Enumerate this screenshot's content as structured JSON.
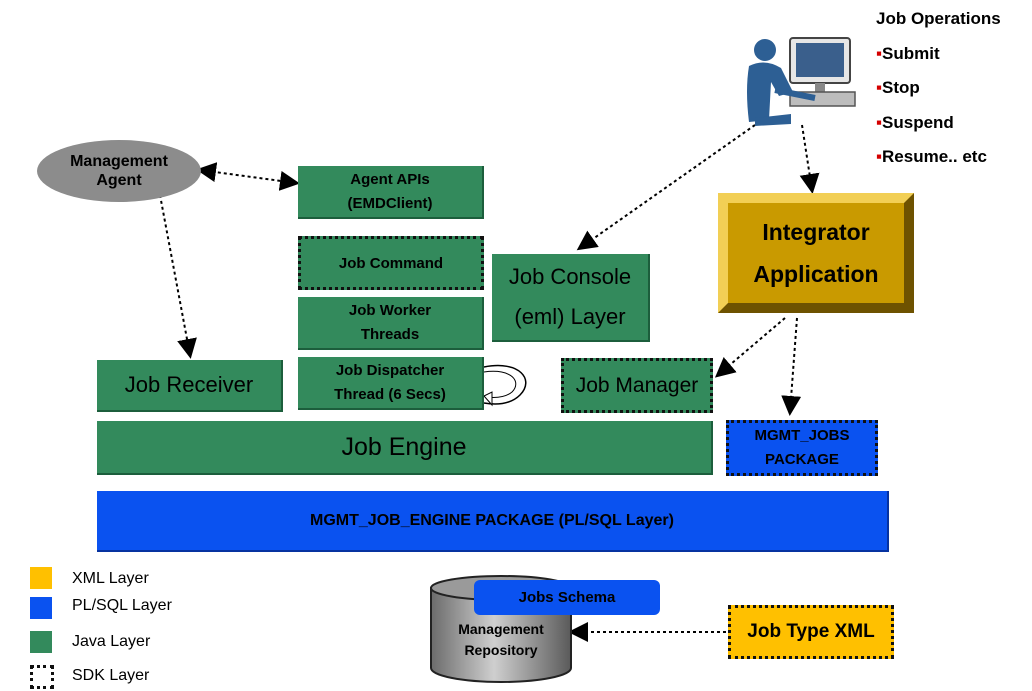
{
  "job_operations": {
    "title": "Job Operations",
    "items": [
      "Submit",
      "Stop",
      "Suspend",
      "Resume.. etc"
    ]
  },
  "nodes": {
    "management_agent": "Management Agent",
    "agent_apis_line1": "Agent  APIs",
    "agent_apis_line2": "(EMDClient)",
    "job_command": "Job Command",
    "job_worker_line1": "Job Worker",
    "job_worker_line2": "Threads",
    "job_dispatcher_line1": "Job Dispatcher",
    "job_dispatcher_line2": "Thread (6 Secs)",
    "job_receiver": "Job Receiver",
    "job_console_line1": "Job Console",
    "job_console_line2": "(eml) Layer",
    "integrator_line1": "Integrator",
    "integrator_line2": "Application",
    "job_manager": "Job Manager",
    "mgmt_jobs_line1": "MGMT_JOBS",
    "mgmt_jobs_line2": "PACKAGE",
    "job_engine": "Job Engine",
    "mgmt_job_engine": "MGMT_JOB_ENGINE PACKAGE (PL/SQL Layer)",
    "jobs_schema": "Jobs Schema",
    "repository_line1": "Management",
    "repository_line2": "Repository",
    "job_type_xml": "Job Type XML"
  },
  "legend": [
    {
      "label": "XML Layer",
      "color": "#ffc000"
    },
    {
      "label": "PL/SQL Layer",
      "color": "#0a52f0"
    },
    {
      "label": "Java Layer",
      "color": "#338a5c"
    },
    {
      "label": "SDK Layer",
      "color": "none"
    }
  ],
  "colors": {
    "java": "#338a5c",
    "plsql": "#0a52f0",
    "xml": "#ffc000",
    "integrator": "#c99a00",
    "agent": "#8c8c8c",
    "bullet": "#d40000"
  },
  "icons": [
    "user-at-computer-icon",
    "repository-cylinder-icon",
    "loop-arrow-icon"
  ]
}
